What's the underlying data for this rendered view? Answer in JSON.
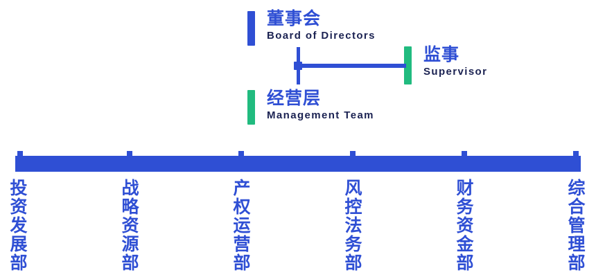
{
  "chart_title": "",
  "colors": {
    "primary_blue": "#2f4fd4",
    "accent_green": "#21bb7f",
    "english_text": "#1b2252",
    "background": "#ffffff"
  },
  "nodes": [
    {
      "id": "board",
      "name_cn": "董事会",
      "name_en": "Board of Directors",
      "accent": "blue"
    },
    {
      "id": "supervisor",
      "name_cn": "监事",
      "name_en": "Supervisor",
      "accent": "green"
    },
    {
      "id": "management",
      "name_cn": "经营层",
      "name_en": "Management Team",
      "accent": "green"
    }
  ],
  "departments": [
    {
      "id": "dept-1",
      "name_cn": "投资发展部"
    },
    {
      "id": "dept-2",
      "name_cn": "战略资源部"
    },
    {
      "id": "dept-3",
      "name_cn": "产权运营部"
    },
    {
      "id": "dept-4",
      "name_cn": "风控法务部"
    },
    {
      "id": "dept-5",
      "name_cn": "财务资金部"
    },
    {
      "id": "dept-6",
      "name_cn": "综合管理部"
    }
  ]
}
